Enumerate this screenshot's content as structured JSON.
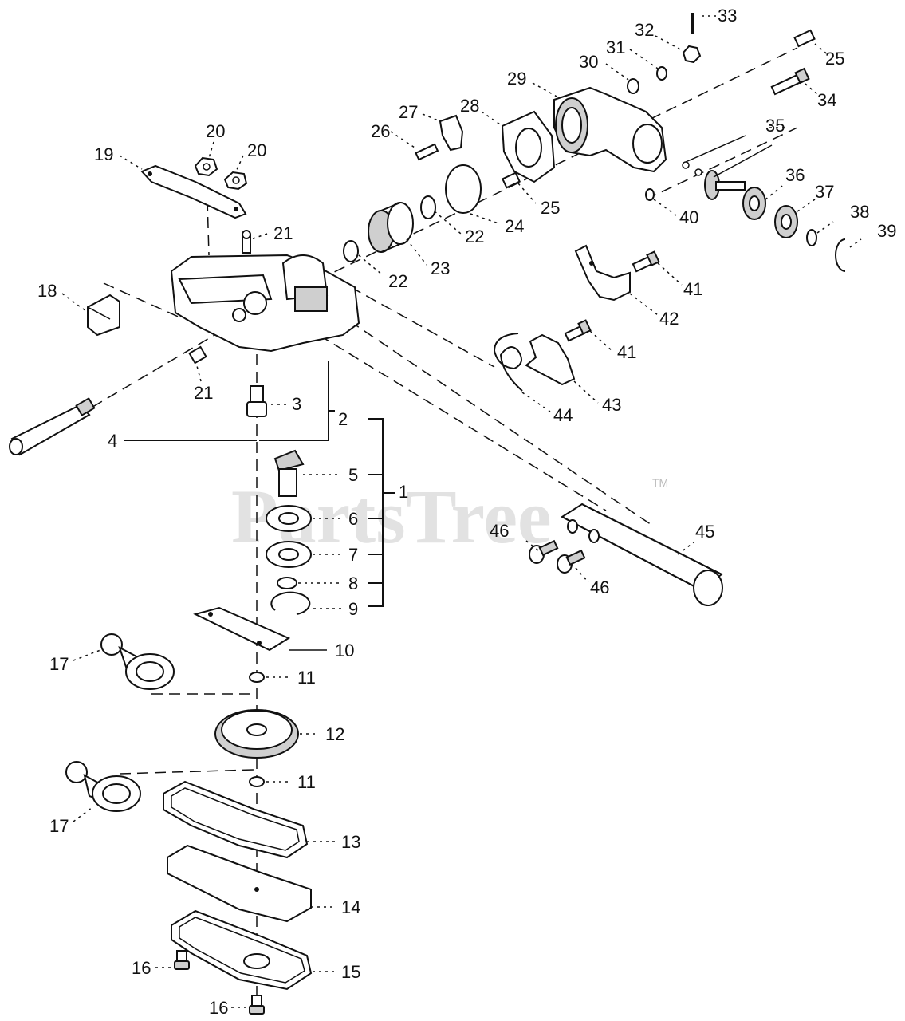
{
  "watermark": {
    "text": "PartsTree",
    "trademark": "TM"
  },
  "callouts": {
    "c1": "1",
    "c2": "2",
    "c3": "3",
    "c4": "4",
    "c5": "5",
    "c6": "6",
    "c7": "7",
    "c8": "8",
    "c9": "9",
    "c10": "10",
    "c11a": "11",
    "c11b": "11",
    "c12": "12",
    "c13": "13",
    "c14": "14",
    "c15": "15",
    "c16a": "16",
    "c16b": "16",
    "c17a": "17",
    "c17b": "17",
    "c18": "18",
    "c19": "19",
    "c20a": "20",
    "c20b": "20",
    "c21a": "21",
    "c21b": "21",
    "c22a": "22",
    "c22b": "22",
    "c23": "23",
    "c24": "24",
    "c25a": "25",
    "c25b": "25",
    "c26": "26",
    "c27": "27",
    "c28": "28",
    "c29": "29",
    "c30": "30",
    "c31": "31",
    "c32": "32",
    "c33": "33",
    "c34": "34",
    "c35": "35",
    "c36": "36",
    "c37": "37",
    "c38": "38",
    "c39": "39",
    "c40": "40",
    "c41a": "41",
    "c41b": "41",
    "c42": "42",
    "c43": "43",
    "c44": "44",
    "c45": "45",
    "c46a": "46",
    "c46b": "46"
  }
}
